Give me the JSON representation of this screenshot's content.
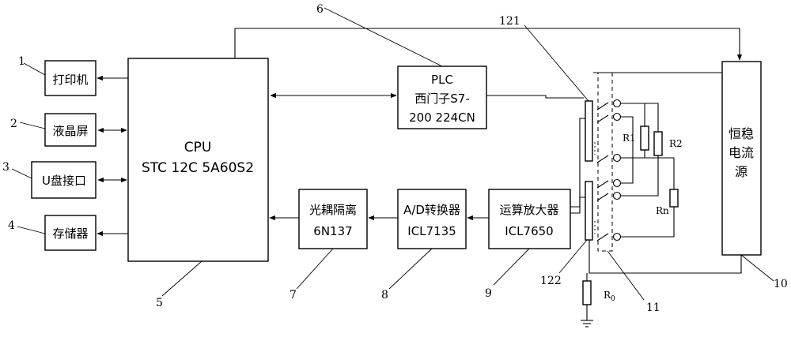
{
  "blocks": {
    "printer": "打印机",
    "lcd": "液晶屏",
    "usb": "U盘接口",
    "storage": "存储器",
    "cpu_line1": "CPU",
    "cpu_line2": "STC 12C 5A60S2",
    "plc_line1": "PLC",
    "plc_line2": "西门子S7-",
    "plc_line3": "200 224CN",
    "opto_line1": "光耦隔离",
    "opto_line2": "6N137",
    "adc_line1": "A/D转换器",
    "adc_line2": "ICL7135",
    "amp_line1": "运算放大器",
    "amp_line2": "ICL7650",
    "source_line1": "恒稳",
    "source_line2": "电流",
    "source_line3": "源"
  },
  "resistors": {
    "r1": "R1",
    "r2": "R2",
    "rn": "Rn",
    "r0_main": "R",
    "r0_sub": "0"
  },
  "callouts": {
    "c1": "1",
    "c2": "2",
    "c3": "3",
    "c4": "4",
    "c5": "5",
    "c6": "6",
    "c7": "7",
    "c8": "8",
    "c9": "9",
    "c10": "10",
    "c11": "11",
    "c121": "121",
    "c122": "122"
  }
}
